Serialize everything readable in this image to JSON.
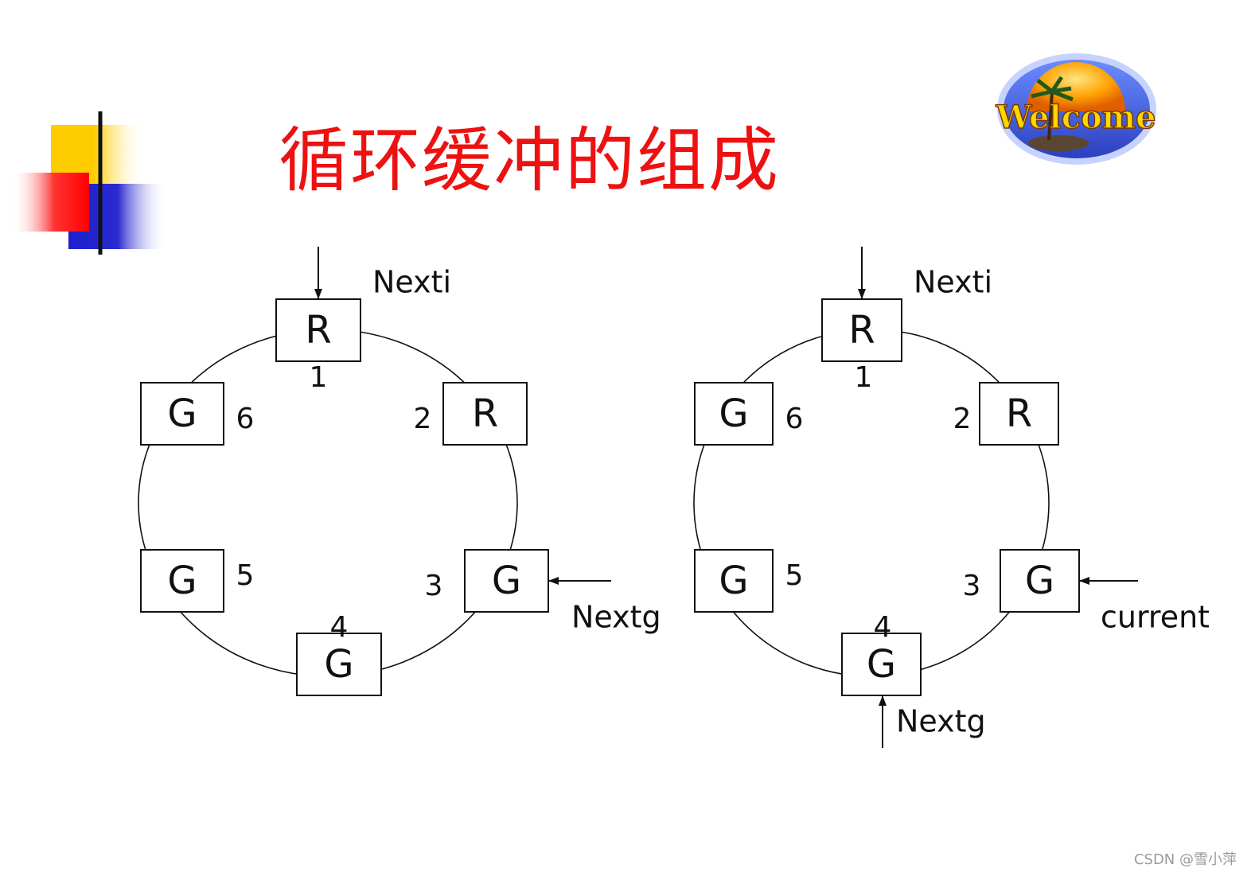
{
  "title": "循环缓冲的组成",
  "logo_text": "Welcome",
  "watermark": "CSDN @雪小萍",
  "colors": {
    "title": "#ee1111",
    "deco_yellow": "#ffcc00",
    "deco_red": "#ff2222",
    "deco_blue": "#2222cc"
  },
  "diagrams": [
    {
      "slots": [
        {
          "label": "R",
          "number": "1"
        },
        {
          "label": "R",
          "number": "2"
        },
        {
          "label": "G",
          "number": "3"
        },
        {
          "label": "G",
          "number": "4"
        },
        {
          "label": "G",
          "number": "5"
        },
        {
          "label": "G",
          "number": "6"
        }
      ],
      "pointers": [
        {
          "label": "Nexti"
        },
        {
          "label": "Nextg"
        }
      ]
    },
    {
      "slots": [
        {
          "label": "R",
          "number": "1"
        },
        {
          "label": "R",
          "number": "2"
        },
        {
          "label": "G",
          "number": "3"
        },
        {
          "label": "G",
          "number": "4"
        },
        {
          "label": "G",
          "number": "5"
        },
        {
          "label": "G",
          "number": "6"
        }
      ],
      "pointers": [
        {
          "label": "Nexti"
        },
        {
          "label": "current"
        },
        {
          "label": "Nextg"
        }
      ]
    }
  ]
}
